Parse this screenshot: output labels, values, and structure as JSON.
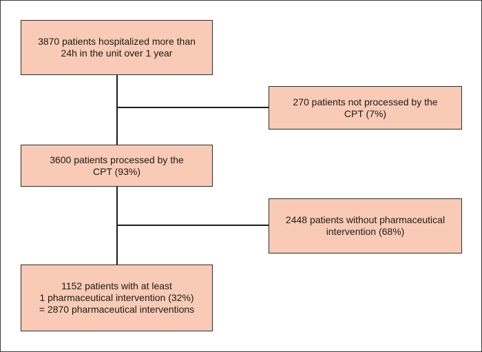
{
  "diagram": {
    "box_fill": "#f9cbb6",
    "line_color": "#1a1a1a",
    "main_flow": [
      {
        "lines": [
          "3870 patients hospitalized more than",
          "24h in the unit over 1 year"
        ]
      },
      {
        "lines": [
          "3600 patients processed by the",
          "CPT (93%)"
        ]
      },
      {
        "lines": [
          "1152 patients with at least",
          "1 pharmaceutical intervention (32%)",
          "= 2870 pharmaceutical interventions"
        ]
      }
    ],
    "exclusions": [
      {
        "lines": [
          "270 patients not processed by the",
          "CPT (7%)"
        ]
      },
      {
        "lines": [
          "2448 patients without pharmaceutical",
          "intervention (68%)"
        ]
      }
    ]
  }
}
